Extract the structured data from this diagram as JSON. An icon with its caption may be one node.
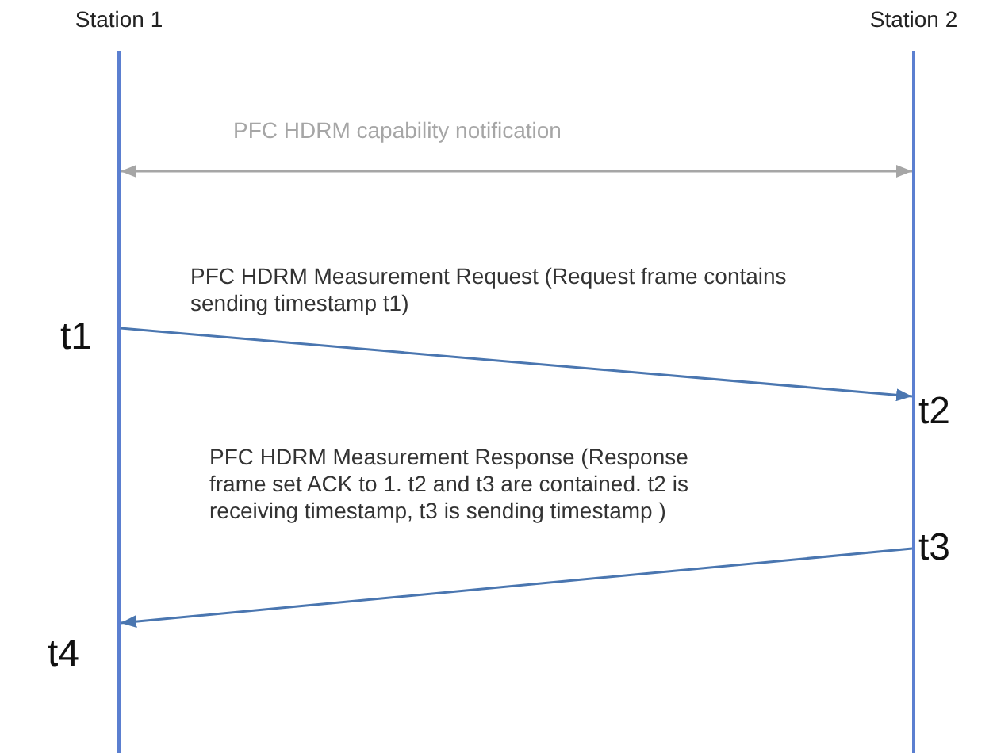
{
  "diagram": {
    "nodes": [
      {
        "text": [
          "Station 1"
        ]
      },
      {
        "text": [
          "Station 2"
        ]
      }
    ],
    "edges": [
      {
        "from": 0,
        "to": 1,
        "arrow": "both",
        "label": "PFC HDRM capability notification",
        "color": "#a6a6a6"
      },
      {
        "from": 0,
        "to": 1,
        "arrow": "to",
        "label": "PFC HDRM Measurement Request (Request frame contains sending timestamp t1)"
      },
      {
        "from": 1,
        "to": 0,
        "arrow": "to",
        "label": "PFC HDRM Measurement Response (Response frame set ACK to 1. t2 and t3 are contained. t2 is receiving timestamp, t3 is sending timestamp )"
      }
    ],
    "labels": [
      "t1",
      "t2",
      "t3",
      "t4"
    ]
  }
}
